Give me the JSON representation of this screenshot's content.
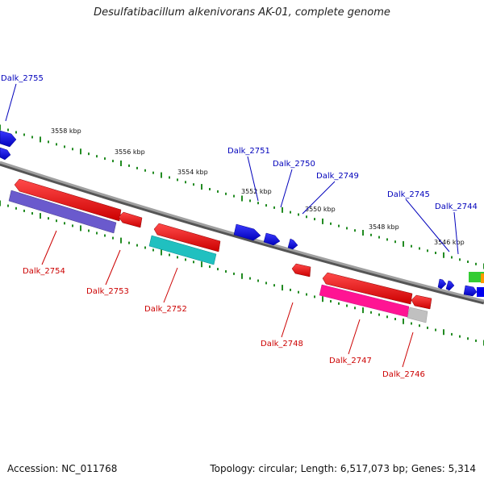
{
  "title": "Desulfatibacillum alkenivorans AK-01, complete genome",
  "footer": {
    "accession": "Accession: NC_011768",
    "topology": "Topology: circular; Length: 6,517,073 bp; Genes: 5,314"
  },
  "scale": {
    "ticks": [
      "3558 kbp",
      "3556 kbp",
      "3554 kbp",
      "3552 kbp",
      "3550 kbp",
      "3548 kbp",
      "3546 kbp"
    ]
  },
  "genes_top": [
    "Dalk_2755",
    "Dalk_2751",
    "Dalk_2750",
    "Dalk_2749",
    "Dalk_2745",
    "Dalk_2744"
  ],
  "genes_bottom": [
    "Dalk_2754",
    "Dalk_2753",
    "Dalk_2752",
    "Dalk_2748",
    "Dalk_2747",
    "Dalk_2746"
  ],
  "colors": {
    "forward_gene": "#0000ff",
    "reverse_gene": "#ff0000",
    "backbone": "#808080",
    "tick": "#228b22",
    "cog_slate": "#6a5acd",
    "cog_cyan": "#20c0c0",
    "cog_magenta": "#ff1493",
    "cog_gray": "#c0c0c0",
    "cog_green": "#33cc33",
    "cog_orange": "#ff9900"
  }
}
